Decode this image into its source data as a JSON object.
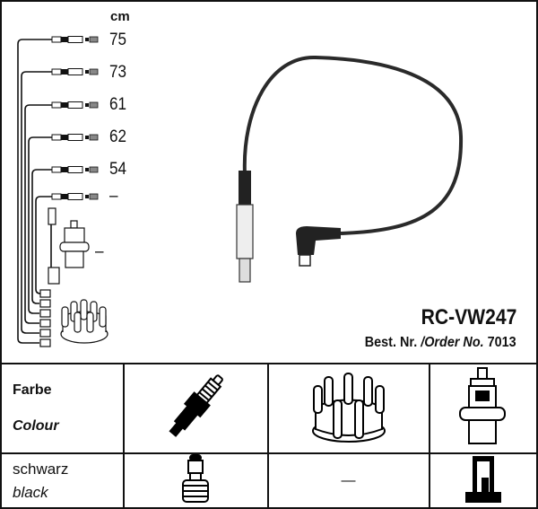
{
  "diagram": {
    "unit_label": "cm",
    "cable_lengths": [
      "75",
      "73",
      "61",
      "62",
      "54",
      "–"
    ],
    "coil_cable_length": "–"
  },
  "product": {
    "part_number": "RC-VW247",
    "order_prefix_de": "Best. Nr.",
    "order_separator": "/",
    "order_prefix_en": "Order No.",
    "order_number": "7013"
  },
  "table": {
    "header_de": "Farbe",
    "header_en": "Colour",
    "colour_de": "schwarz",
    "colour_en": "black",
    "distributor_value": "—"
  }
}
